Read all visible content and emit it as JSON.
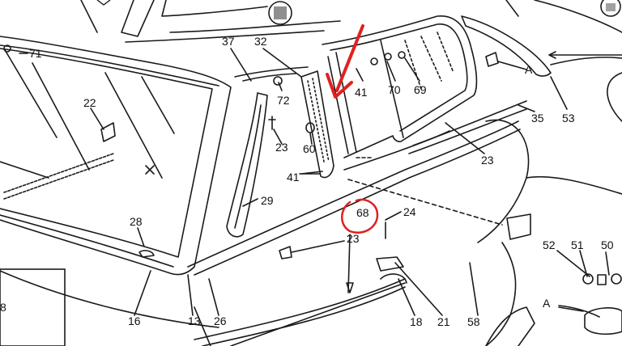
{
  "labels": {
    "p71": "71",
    "p22": "22",
    "p37": "37",
    "p32": "32",
    "p72": "72",
    "p41a": "41",
    "p70": "70",
    "p69": "69",
    "p35": "35",
    "p53": "53",
    "pA1": "A",
    "p23a": "23",
    "p60": "60",
    "p23b": "23",
    "p41b": "41",
    "p29": "29",
    "p28": "28",
    "p68": "68",
    "p24": "24",
    "p23c": "23",
    "p52": "52",
    "p51": "51",
    "p50": "50",
    "pA2": "A",
    "p16": "16",
    "p13": "13",
    "p26": "26",
    "p18": "18",
    "p21": "21",
    "p58": "58",
    "p8": "8"
  },
  "colors": {
    "line": "#1a1a1a",
    "annotation": "#e02020"
  }
}
